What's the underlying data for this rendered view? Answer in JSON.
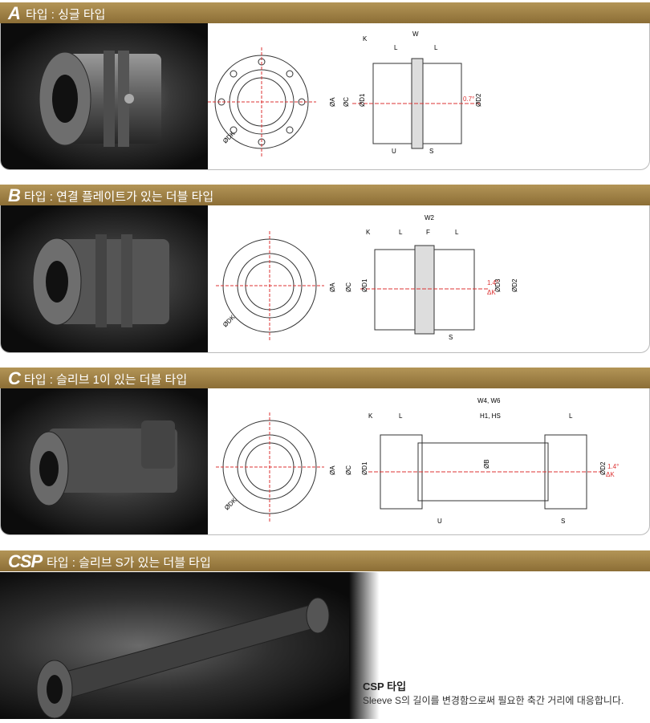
{
  "sections": [
    {
      "letter": "A",
      "title": "타입 : 싱글 타입"
    },
    {
      "letter": "B",
      "title": "타입 : 연결 플레이트가 있는 더블 타입"
    },
    {
      "letter": "C",
      "title": "타입 : 슬리브 1이 있는 더블 타입"
    },
    {
      "letter": "CSP",
      "title": "타입 : 슬리브 S가 있는 더블 타입"
    }
  ],
  "drawing_a": {
    "w": "W",
    "k": "K",
    "l": "L",
    "l2": "L",
    "da": "ØA",
    "dc": "ØC",
    "dd1": "ØD1",
    "dd2": "ØD2",
    "dk": "ØDK",
    "u": "U",
    "s": "S",
    "angle": "0.7°"
  },
  "drawing_b": {
    "w": "W2",
    "k": "K",
    "l": "L",
    "f": "F",
    "l2": "L",
    "da": "ØA",
    "dc": "ØC",
    "dd1": "ØD1",
    "dd3": "ØD3",
    "dd2": "ØD2",
    "dk": "ØDK",
    "s": "S",
    "angle": "1.4°",
    "dk2": "ΔK"
  },
  "drawing_c": {
    "w": "W4, W6",
    "h": "H1, HS",
    "k": "K",
    "l": "L",
    "l2": "L",
    "da": "ØA",
    "dc": "ØC",
    "dd1": "ØD1",
    "db": "ØB",
    "dd2": "ØD2",
    "dk": "ØDK",
    "u": "U",
    "s": "S",
    "angle": "1.4°",
    "dk2": "ΔK"
  },
  "csp": {
    "title": "CSP 타입",
    "desc": "Sleeve S의 길이를 변경함으로써 필요한 축간 거리에 대응합니다."
  }
}
